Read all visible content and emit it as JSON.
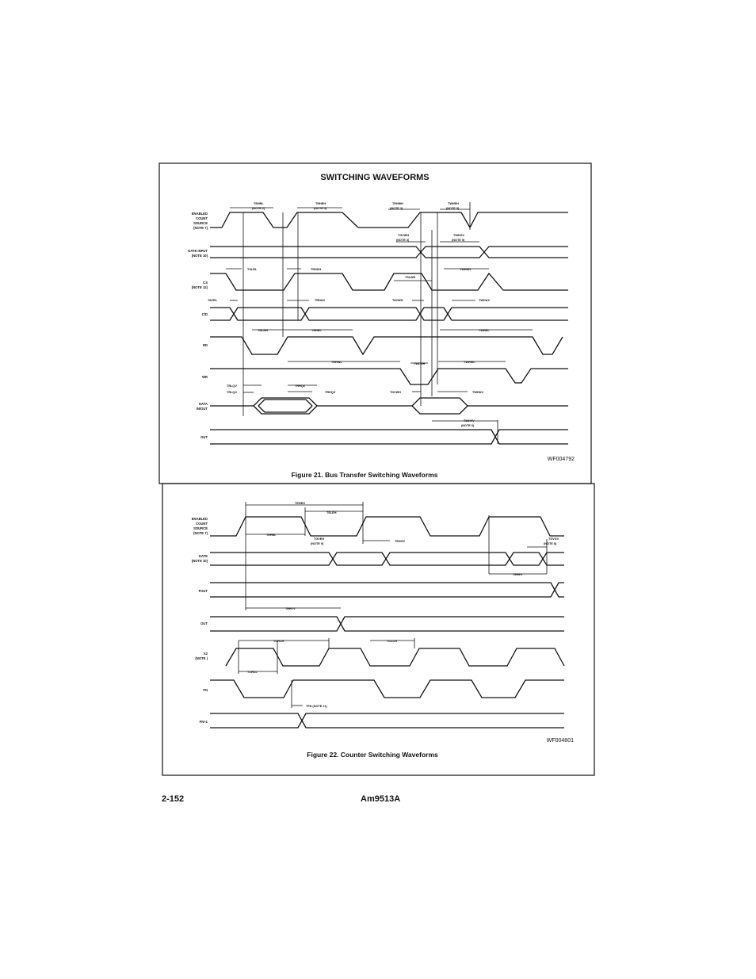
{
  "page": {
    "section_title": "SWITCHING WAVEFORMS",
    "page_number": "2-152",
    "part_number": "Am9513A"
  },
  "figure21": {
    "caption": "Figure 21. Bus Transfer Switching Waveforms",
    "code": "WF004792",
    "signals": {
      "ecs": [
        "ENABLED",
        "COUNT",
        "SOURCE",
        "(NOTE 7)"
      ],
      "gate": [
        "GATE INPUT",
        "(NOTE 10)"
      ],
      "cs": [
        "CS",
        "(NOTE 12)"
      ],
      "cd": "C/D",
      "rd": "RD",
      "wr": "WR",
      "data": [
        "DATA",
        "IN/OUT"
      ],
      "out": "OUT"
    },
    "timing": {
      "tehrl": [
        "TEHRL",
        "(NOTE 2)"
      ],
      "trheh": [
        "TRHEH",
        "(NOTE 4)"
      ],
      "tehwh": [
        "TEHWH",
        "(NOTE 3)"
      ],
      "twheh": [
        "TWHEH",
        "(NOTE 5)"
      ],
      "tgvwh": [
        "TGVWH",
        "(NOTE 3)"
      ],
      "twhgv": [
        "TWHGV",
        "(NOTE 5)"
      ],
      "tslrl": "TSLRL",
      "trhsh": "TRHSH",
      "tslwh": "TSLWH",
      "twhsh": "TWHSH",
      "tavrl": "TAVRL",
      "trhax": "TRHAX",
      "tavwh": "TAVWH",
      "twhax": "TWHAX",
      "trlrh": "TRLRH",
      "trhrl": "TRHRL",
      "twhrl": "TWHRL",
      "trhwl": "TRHWL",
      "twlwh": "TWLWH",
      "twhwl": "TWHWL",
      "trlqv": "TRLQV",
      "trlqx": "TRLQX",
      "trhqz": "TRHQZ",
      "trhqx": "TRHQX",
      "tdvwh": "TDVWH",
      "twhdx": "TWHDX",
      "twhyv": [
        "TWHYV",
        "(NOTE 6)"
      ]
    }
  },
  "figure22": {
    "caption": "Figure 22. Counter Switching Waveforms",
    "code": "WF004801",
    "signals": {
      "ecs": [
        "ENABLED",
        "COUNT",
        "SOURCE",
        "(NOTE 7)"
      ],
      "gate": [
        "GATE",
        "(NOTE 10)"
      ],
      "fout": "FOUT",
      "out": "OUT",
      "x2": [
        "X2",
        "(NOTE  )"
      ],
      "fn": "FN",
      "fn1": "FN+1"
    },
    "timing": {
      "teheh": "TEHEH",
      "tehel": "TEHEL",
      "teleh": "TELEH",
      "tgveh": [
        "TGVEH",
        "(NOTE 9)"
      ],
      "tehgv": "TEHGV",
      "tgvgv": [
        "TGVGV",
        "(NOTE 8)"
      ],
      "tehfv": "TEHFV",
      "tehyv": "TEHYV",
      "tchch": "TCHCH",
      "tclch": "TCLCH",
      "tchcl": "TCHCL",
      "tfn": "TFN (NOTE 11)"
    }
  }
}
